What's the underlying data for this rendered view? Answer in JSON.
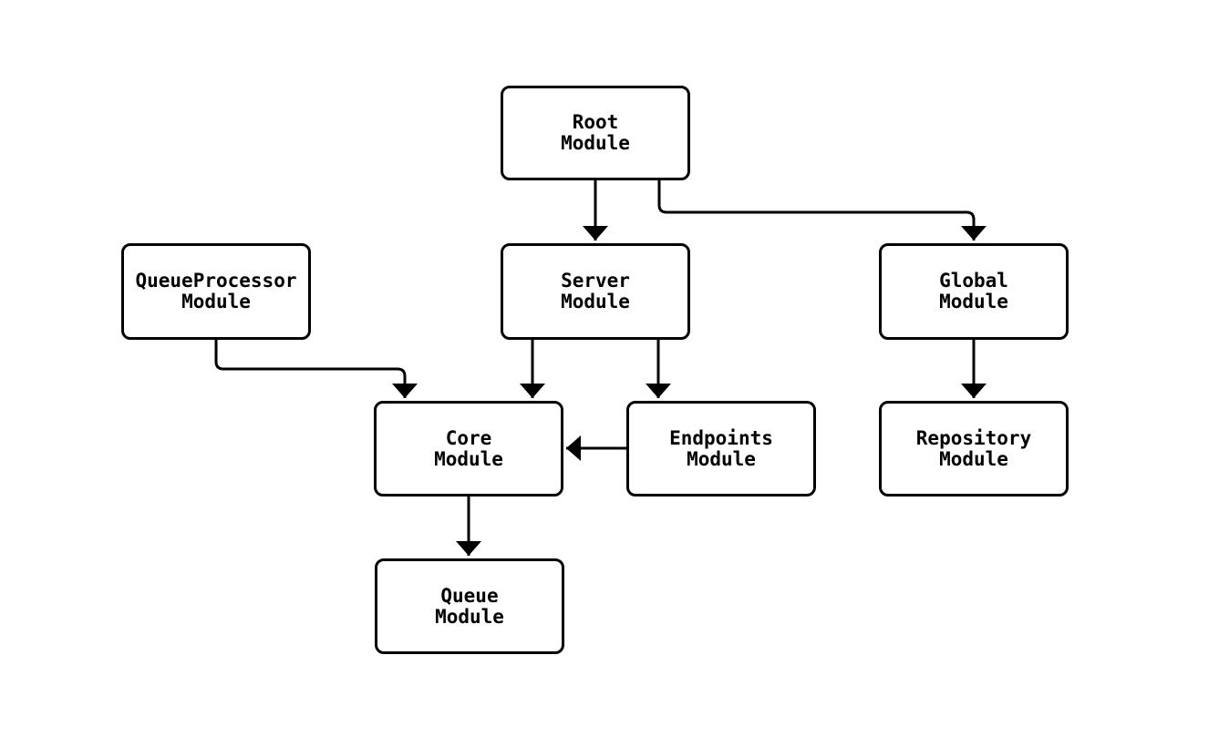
{
  "diagram": {
    "type": "flowchart",
    "description": "Module dependency graph with rounded rectangle nodes connected by black orthogonal arrows",
    "nodes": [
      {
        "id": "root",
        "label": "Root\nModule"
      },
      {
        "id": "queue-processor",
        "label": "QueueProcessor\nModule"
      },
      {
        "id": "server",
        "label": "Server\nModule"
      },
      {
        "id": "global",
        "label": "Global\nModule"
      },
      {
        "id": "core",
        "label": "Core\nModule"
      },
      {
        "id": "endpoints",
        "label": "Endpoints\nModule"
      },
      {
        "id": "repository",
        "label": "Repository\nModule"
      },
      {
        "id": "queue",
        "label": "Queue\nModule"
      }
    ],
    "edges": [
      {
        "from": "root",
        "to": "server"
      },
      {
        "from": "root",
        "to": "global"
      },
      {
        "from": "queue-processor",
        "to": "core"
      },
      {
        "from": "server",
        "to": "core"
      },
      {
        "from": "server",
        "to": "endpoints"
      },
      {
        "from": "endpoints",
        "to": "core"
      },
      {
        "from": "global",
        "to": "repository"
      },
      {
        "from": "core",
        "to": "queue"
      }
    ],
    "arrow_style": "filled-triangle",
    "colors": {
      "stroke": "#000000",
      "fill": "#ffffff",
      "background": "#ffffff",
      "text": "#000000"
    }
  }
}
